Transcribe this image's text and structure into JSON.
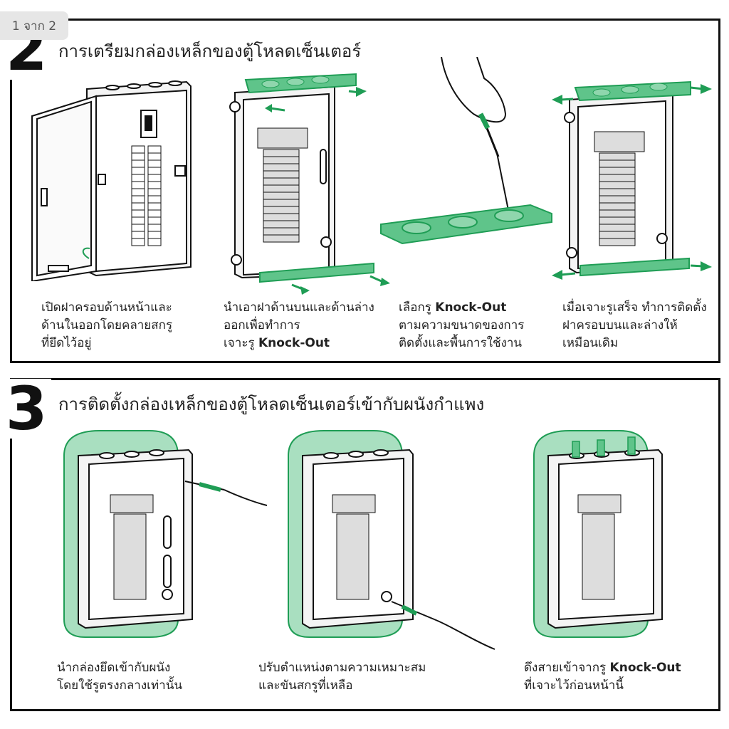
{
  "page_badge": "1 จาก 2",
  "section2": {
    "number": "2",
    "title": "การเตรียมกล่องเหล็กของตู้โหลดเซ็นเตอร์",
    "steps": [
      {
        "lines": [
          "เปิดฝาครอบด้านหน้าและ",
          "ด้านในออกโดยคลายสกรู",
          "ที่ยึดไว้อยู่"
        ]
      },
      {
        "lines": [
          "นำเอาฝาด้านบนและด้านล่าง",
          "ออกเพื่อทำการ"
        ],
        "line3_pre": "เจาะรู ",
        "line3_bold": "Knock-Out"
      },
      {
        "line1_pre": "เลือกรู ",
        "line1_bold": "Knock-Out",
        "lines": [
          "ตามความขนาดของการ",
          "ติดตั้งและพื้นการใช้งาน"
        ]
      },
      {
        "lines": [
          "เมื่อเจาะรูเสร็จ ทำการติดตั้ง",
          "ฝาครอบบนและล่างให้",
          "เหมือนเดิม"
        ]
      }
    ]
  },
  "section3": {
    "number": "3",
    "title": "การติดตั้งกล่องเหล็กของตู้โหลดเซ็นเตอร์เข้ากับผนังกำแพง",
    "steps": [
      {
        "lines": [
          "นำกล่องยึดเข้ากับผนัง",
          "โดยใช้รูตรงกลางเท่านั้น"
        ]
      },
      {
        "lines": [
          "ปรับตำแหน่งตามความเหมาะสม",
          "และขันสกรูที่เหลือ"
        ]
      },
      {
        "line1_pre": "ดึงสายเข้าจากรู ",
        "line1_bold": "Knock-Out",
        "lines": [
          "ที่เจาะไว้ก่อนหน้านี้"
        ]
      }
    ]
  },
  "colors": {
    "accent_green": "#5fc48a",
    "dark_green": "#1f9d55",
    "wall_green": "#a9dfc0",
    "line": "#111111"
  }
}
